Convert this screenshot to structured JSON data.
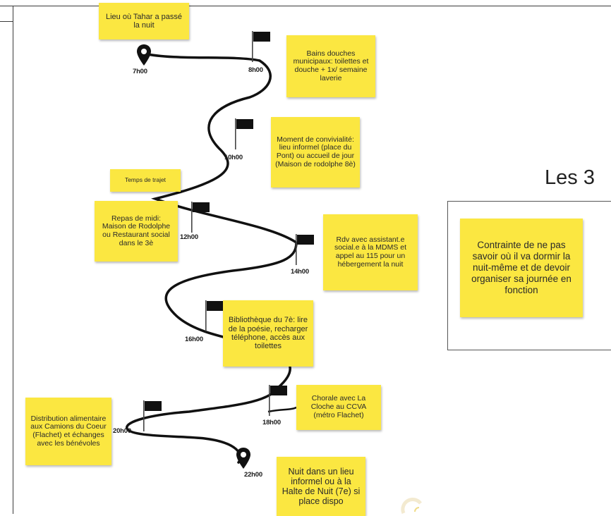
{
  "heading": "Les 3",
  "times": {
    "t7": "7h00",
    "t8": "8h00",
    "t10": "10h00",
    "t12": "12h00",
    "t14": "14h00",
    "t16": "16h00",
    "t18": "18h00",
    "t20": "20h00",
    "t22": "22h00"
  },
  "notes": {
    "night_place": "Lieu où Tahar a passé la nuit",
    "baths": "Bains douches municipaux: toilettes et douche + 1x/ semaine laverie",
    "conviviality": "Moment de convivialité: lieu informel (place du Pont) ou accueil de jour (Maison de rodolphe 8è)",
    "travel": "Temps de trajet",
    "lunch": "Repas de midi: Maison de Rodolphe ou Restaurant social dans le 3è",
    "social_worker": "Rdv avec assistant.e social.e à la MDMS et appel au 115 pour un hébergement la nuit",
    "library": "Bibliothèque du 7è: lire de la poésie, recharger téléphone, accès aux toilettes",
    "choir": "Chorale avec La Cloche au CCVA (métro Flachet)",
    "food": "Distribution alimentaire aux Camions du Coeur (Flachet) et échanges avec les bénévoles",
    "night_end": "Nuit dans un lieu informel ou à la Halte de Nuit (7e) si place dispo",
    "constraint": "Contrainte de ne pas savoir où il va dormir la nuit-même et de devoir organiser sa journée en fonction"
  },
  "colors": {
    "sticky": "#fbe741",
    "path": "#111111"
  },
  "icons": {
    "start": "map-pin-icon",
    "end": "map-pin-icon",
    "checkpoint": "flag-icon"
  }
}
